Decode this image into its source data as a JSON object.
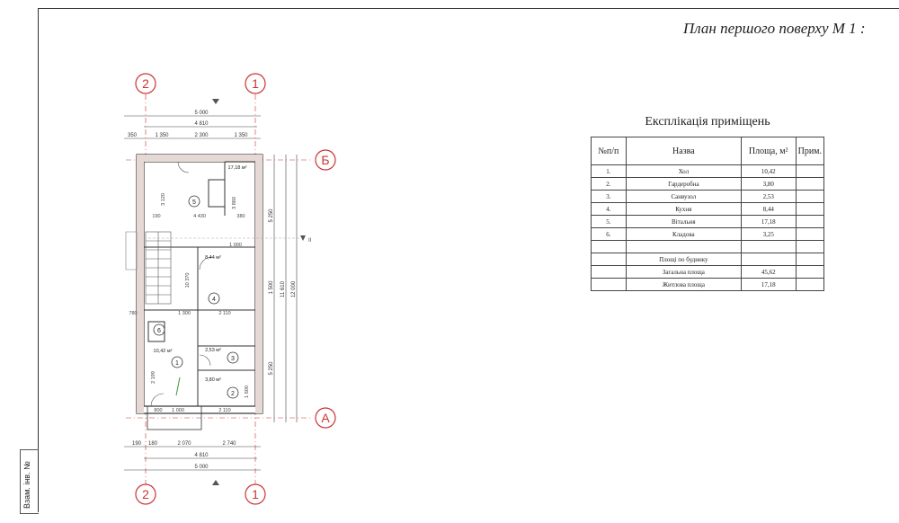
{
  "sheet": {
    "title": "План першого поверху М 1 :",
    "sidebar_text": "Взам. інв. №"
  },
  "explication": {
    "title": "Експлікація приміщень",
    "headers": {
      "num": "№п/п",
      "name": "Назва",
      "area": "Площа, м²",
      "note": "Прим."
    },
    "rows": [
      {
        "num": "1.",
        "name": "Хол",
        "area": "10,42"
      },
      {
        "num": "2.",
        "name": "Гардеробна",
        "area": "3,80"
      },
      {
        "num": "3.",
        "name": "Санвузол",
        "area": "2,53"
      },
      {
        "num": "4.",
        "name": "Кухня",
        "area": "8,44"
      },
      {
        "num": "5.",
        "name": "Вітальня",
        "area": "17,18"
      },
      {
        "num": "6.",
        "name": "Кладова",
        "area": "3,25"
      }
    ],
    "summary_title": "Площі по будинку",
    "total_label": "Загальна площа",
    "total_value": "45,62",
    "living_label": "Житлова площа",
    "living_value": "17,18"
  },
  "plan": {
    "axis_2": "2",
    "axis_1": "1",
    "axis_b": "Б",
    "axis_a": "А",
    "dim_top_5000": "5 000",
    "dim_top_4810": "4 810",
    "dim_top_350": "350",
    "dim_top_1350a": "1 350",
    "dim_top_2300": "2 300",
    "dim_top_1350b": "1 350",
    "dim_bot_190": "190",
    "dim_bot_180": "180",
    "dim_bot_2070": "2 070",
    "dim_bot_2740": "2 740",
    "dim_bot_4810": "4 810",
    "dim_bot_5000": "5 000",
    "dim_right_5250a": "5 250",
    "dim_right_1500": "1 500",
    "dim_right_11610": "11 610",
    "dim_right_12000": "12 000",
    "dim_right_5250b": "5 250",
    "room5_num": "5",
    "room5_area": "17,18 м²",
    "room4_num": "4",
    "room4_area": "8,44 м²",
    "room6_num": "6",
    "room1_num": "1",
    "room1_area": "10,42 м²",
    "room3_num": "3",
    "room3_area": "2,53 м²",
    "room2_num": "2",
    "room2_area": "3,80 м²",
    "dim_3120": "3 120",
    "dim_4430": "4 430",
    "dim_190": "190",
    "dim_380": "380",
    "dim_10370": "10 370",
    "dim_1300": "1 300",
    "dim_2110a": "2 110",
    "dim_2110b": "2 110",
    "dim_1000a": "1 000",
    "dim_1000b": "1 000",
    "dim_780": "780",
    "dim_800": "800",
    "dim_2199": "2 199",
    "dim_1600": "1 600",
    "dim_3860": "3 860",
    "section_mark": "II"
  }
}
